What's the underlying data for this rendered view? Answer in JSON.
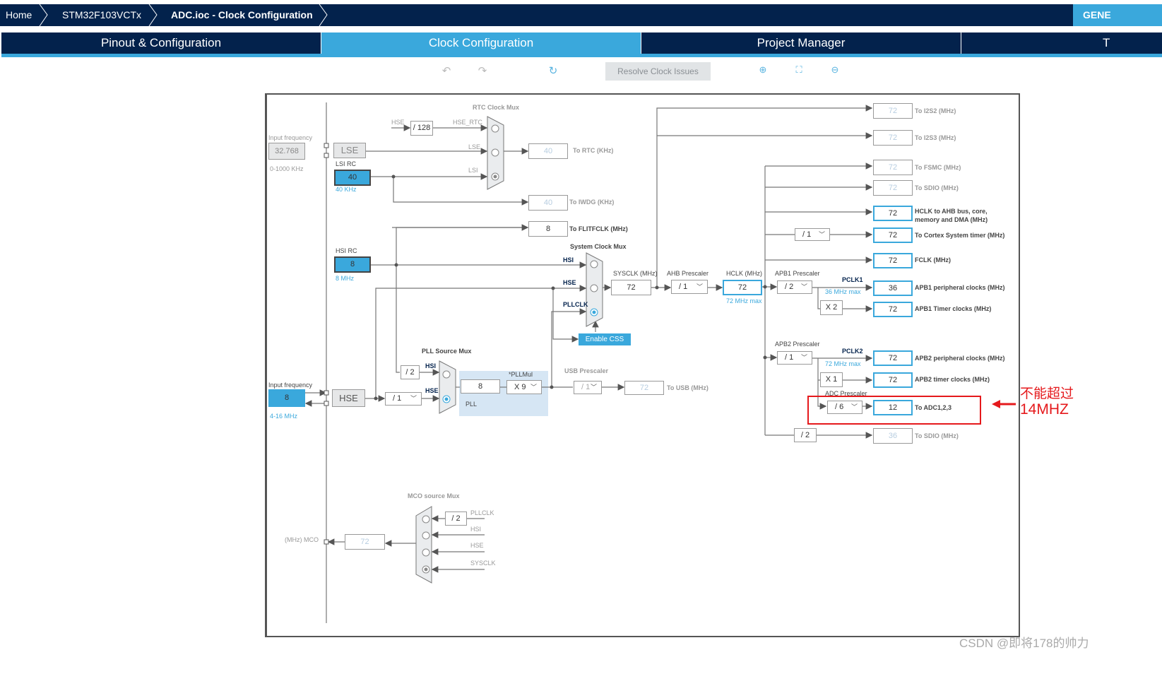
{
  "breadcrumb": {
    "items": [
      "Home",
      "STM32F103VCTx",
      "ADC.ioc - Clock Configuration"
    ],
    "generate_label": "GENE"
  },
  "tabs": [
    "Pinout & Configuration",
    "Clock Configuration",
    "Project Manager",
    "T"
  ],
  "active_tab": "Clock Configuration",
  "toolbar": {
    "resolve_label": "Resolve Clock Issues",
    "icons": [
      "undo-icon",
      "redo-icon",
      "reset-icon",
      "zoom-in-icon",
      "fit-icon",
      "zoom-out-icon"
    ]
  },
  "colors": {
    "navy": "#03224c",
    "accent": "#3aa8dc",
    "annotation": "#e5191c"
  },
  "lse": {
    "input_label": "Input frequency",
    "value": "32.768",
    "range": "0-1000 KHz",
    "name": "LSE"
  },
  "lsi": {
    "label": "LSI RC",
    "value": "40",
    "note": "40 KHz"
  },
  "hsi": {
    "label": "HSI RC",
    "value": "8",
    "note": "8 MHz"
  },
  "hse": {
    "input_label": "Input frequency",
    "value": "8",
    "range": "4-16 MHz",
    "name": "HSE",
    "div": "/ 1"
  },
  "rtc": {
    "mux_label": "RTC Clock Mux",
    "hse_label": "HSE",
    "div": "/ 128",
    "hse_rtc": "HSE_RTC",
    "lse": "LSE",
    "lsi": "LSI",
    "rtc_value": "40",
    "rtc_label": "To RTC (KHz)",
    "iwdg_value": "40",
    "iwdg_label": "To IWDG (KHz)"
  },
  "flitf": {
    "value": "8",
    "label": "To FLITFCLK (MHz)"
  },
  "sysmux": {
    "label": "System Clock Mux",
    "hsi": "HSI",
    "hse": "HSE",
    "pllclk": "PLLCLK",
    "selected": "PLLCLK",
    "css": "Enable CSS"
  },
  "pll": {
    "mux_label": "PLL Source Mux",
    "div2": "/ 2",
    "hsi": "HSI",
    "hse": "HSE",
    "selected": "HSE",
    "value": "8",
    "mul_label": "*PLLMul",
    "mul": "X 9",
    "name": "PLL"
  },
  "usb": {
    "label": "USB Prescaler",
    "div": "/ 1",
    "value": "72",
    "out": "To USB (MHz)"
  },
  "sysclk": {
    "label": "SYSCLK (MHz)",
    "value": "72"
  },
  "ahb": {
    "label": "AHB Prescaler",
    "div": "/ 1"
  },
  "hclk": {
    "label": "HCLK (MHz)",
    "value": "72",
    "max": "72 MHz max"
  },
  "outputs": {
    "i2s2": {
      "value": "72",
      "label": "To I2S2 (MHz)"
    },
    "i2s3": {
      "value": "72",
      "label": "To I2S3 (MHz)"
    },
    "fsmc": {
      "value": "72",
      "label": "To FSMC (MHz)"
    },
    "sdio": {
      "value": "72",
      "label": "To SDIO (MHz)"
    },
    "hclk_ahb": {
      "value": "72",
      "label": "HCLK to AHB bus, core,",
      "label2": "memory and DMA (MHz)"
    },
    "cortex": {
      "div": "/ 1",
      "value": "72",
      "label": "To Cortex System timer (MHz)"
    },
    "fclk": {
      "value": "72",
      "label": "FCLK (MHz)"
    },
    "sdio2": {
      "div": "/ 2",
      "value": "36",
      "label": "To SDIO (MHz)"
    }
  },
  "apb1": {
    "label": "APB1 Prescaler",
    "div": "/ 2",
    "pclk": "PCLK1",
    "max": "36 MHz max",
    "periph": "36",
    "periph_label": "APB1 peripheral clocks (MHz)",
    "mul": "X 2",
    "timer": "72",
    "timer_label": "APB1 Timer clocks (MHz)"
  },
  "apb2": {
    "label": "APB2 Prescaler",
    "div": "/ 1",
    "pclk": "PCLK2",
    "max": "72 MHz max",
    "periph": "72",
    "periph_label": "APB2 peripheral clocks (MHz)",
    "mul": "X 1",
    "timer": "72",
    "timer_label": "APB2 timer clocks (MHz)"
  },
  "adc": {
    "label": "ADC Prescaler",
    "div": "/ 6",
    "value": "12",
    "out": "To ADC1,2,3"
  },
  "mco": {
    "label": "MCO source Mux",
    "div": "/ 2",
    "pllclk": "PLLCLK",
    "hsi": "HSI",
    "hse": "HSE",
    "sysclk": "SYSCLK",
    "selected": "SYSCLK",
    "value": "72",
    "out": "(MHz) MCO"
  },
  "annotation": {
    "line1": "不能超过",
    "line2": "14MHZ"
  },
  "watermark": "CSDN @即将178的帅力"
}
